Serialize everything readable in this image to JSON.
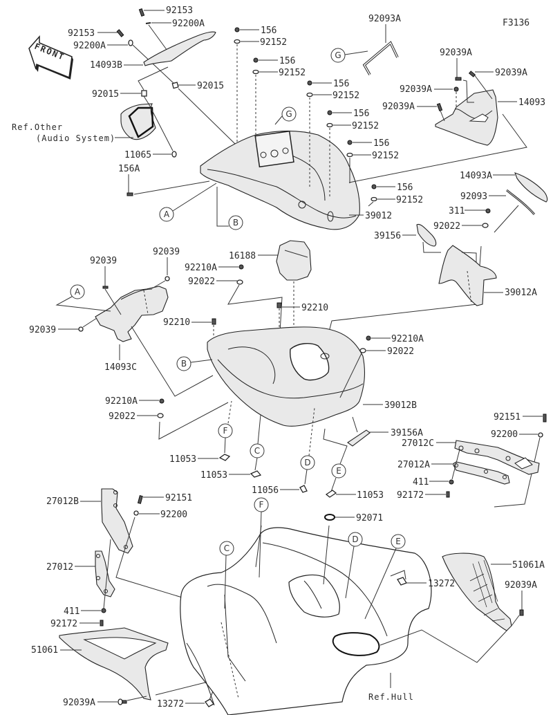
{
  "figure_id": "F3136",
  "front_label": "FRONT",
  "ref_other": [
    "Ref.Other",
    "(Audio System)"
  ],
  "ref_hull": "Ref.Hull",
  "callout_letters": [
    "A",
    "B",
    "C",
    "D",
    "E",
    "F",
    "G"
  ],
  "labels": {
    "p92153_top": "92153",
    "p92200A_top": "92200A",
    "p92153_left": "92153",
    "p92200A_left": "92200A",
    "p14093B": "14093B",
    "p92015_right": "92015",
    "p92015_left": "92015",
    "p11065": "11065",
    "p156A": "156A",
    "p156_1": "156",
    "p92152_1": "92152",
    "p156_2": "156",
    "p92152_2": "92152",
    "p156_3": "156",
    "p92152_3": "92152",
    "p156_4": "156",
    "p92152_4": "92152",
    "p156_5": "156",
    "p92152_5": "92152",
    "p156_6": "156",
    "p92152_6": "92152",
    "p92093A": "92093A",
    "p92039A_a": "92039A",
    "p92039A_b": "92039A",
    "p92039A_c": "92039A",
    "p92039A_d": "92039A",
    "p14093": "14093",
    "p39012": "39012",
    "p14093A": "14093A",
    "p92093": "92093",
    "p311": "311",
    "p92022_r": "92022",
    "p39156": "39156",
    "p39012A": "39012A",
    "p16188": "16188",
    "p92210A_1": "92210A",
    "p92022_1": "92022",
    "p92210": "92210",
    "p92210_b": "92210",
    "p92039_a": "92039",
    "p92039_b": "92039",
    "p92039_c": "92039",
    "p14093C": "14093C",
    "p92210A_2": "92210A",
    "p92022_2": "92022",
    "p92210A_3": "92210A",
    "p92022_3": "92022",
    "p39012B": "39012B",
    "p39156A": "39156A",
    "p92151_r": "92151",
    "p92200_r": "92200",
    "p27012C": "27012C",
    "p27012A": "27012A",
    "p411_r": "411",
    "p92172_r": "92172",
    "p11053_a": "11053",
    "p11053_b": "11053",
    "p11056": "11056",
    "p11053_c": "11053",
    "p92071": "92071",
    "p27012B": "27012B",
    "p92151_l": "92151",
    "p92200_l": "92200",
    "p27012": "27012",
    "p411_l": "411",
    "p92172_l": "92172",
    "p51061": "51061",
    "p92039A_bl": "92039A",
    "p13272_b": "13272",
    "p13272_r": "13272",
    "p51061A": "51061A",
    "p92039A_br": "92039A"
  }
}
